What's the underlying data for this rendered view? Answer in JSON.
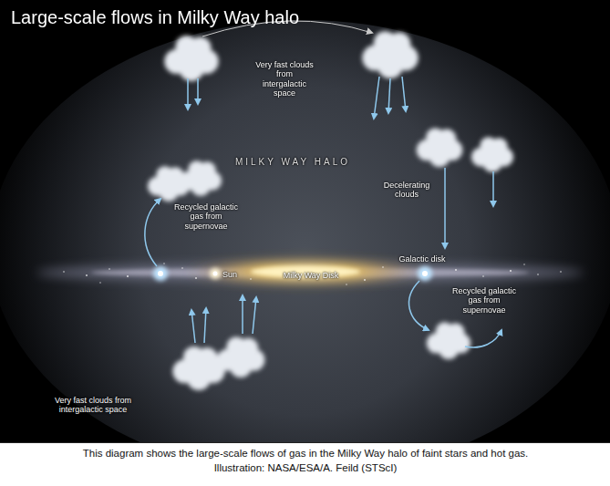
{
  "diagram": {
    "title": "Large-scale flows in Milky Way halo",
    "caption": "This diagram shows the large-scale flows of gas in the Milky Way halo of faint stars and hot gas. Illustration: NASA/ESA/A. Feild (STScI)",
    "labels": [
      "Very fast clouds from intergalactic space",
      "MILKY WAY HALO",
      "Recycled galactic gas from supernovae",
      "Decelerating clouds",
      "Sun",
      "Milky Way Disk",
      "Galactic disk",
      "Recycled galactic gas from supernovae",
      "Very fast clouds from intergalactic space"
    ]
  }
}
